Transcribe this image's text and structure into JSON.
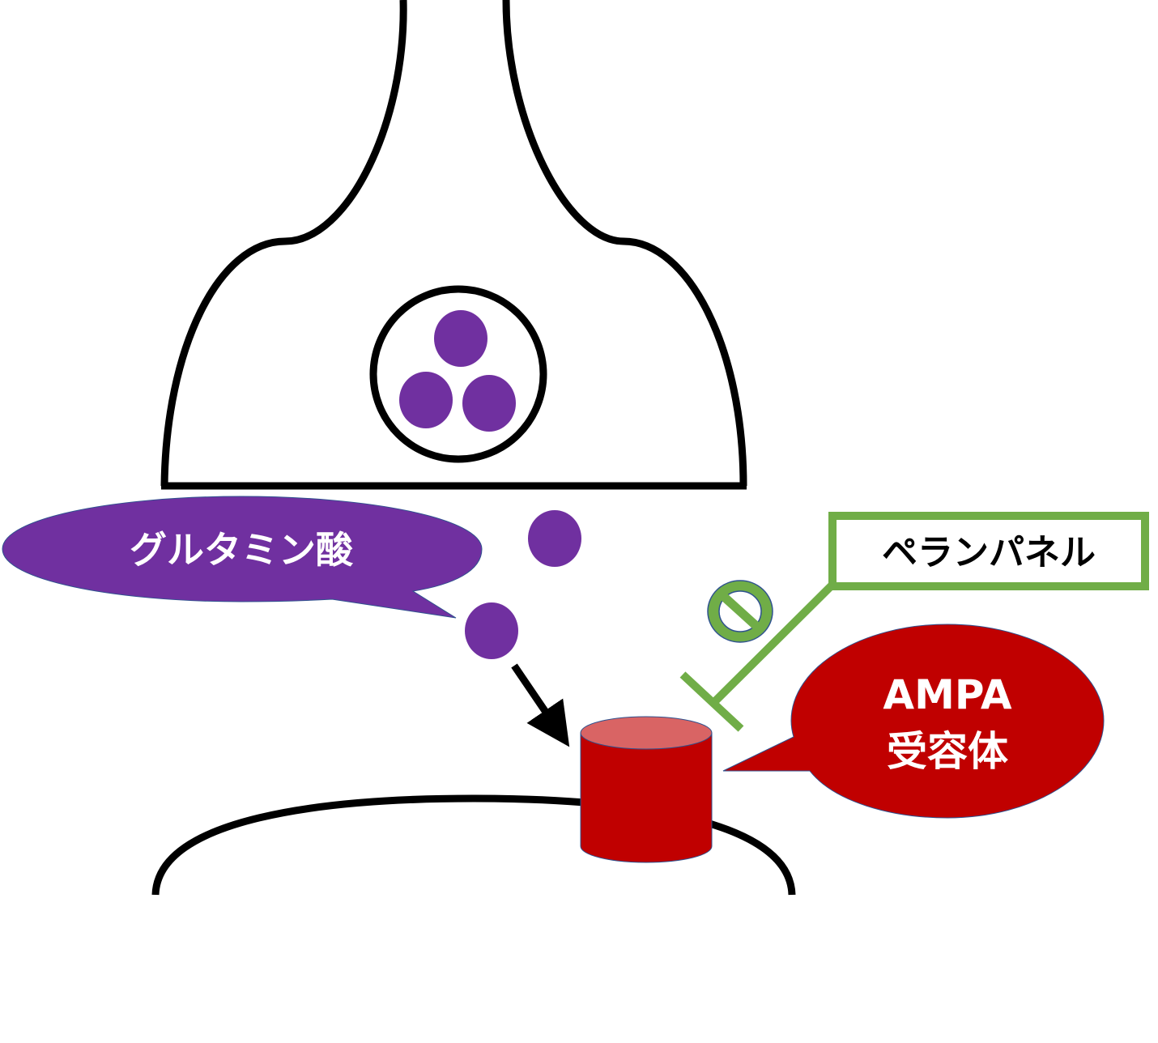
{
  "labels": {
    "glutamate": "グルタミン酸",
    "perampanel": "ペランパネル",
    "ampa_line1": "AMPA",
    "ampa_line2": "受容体"
  },
  "icons": {
    "prohibited": "prohibited-icon",
    "arrow": "arrow-icon"
  },
  "colors": {
    "glutamate": "#7030A0",
    "perampanel": "#70AD47",
    "receptor": "#C00000",
    "receptor_top": "#D96464",
    "outline": "#000000"
  }
}
